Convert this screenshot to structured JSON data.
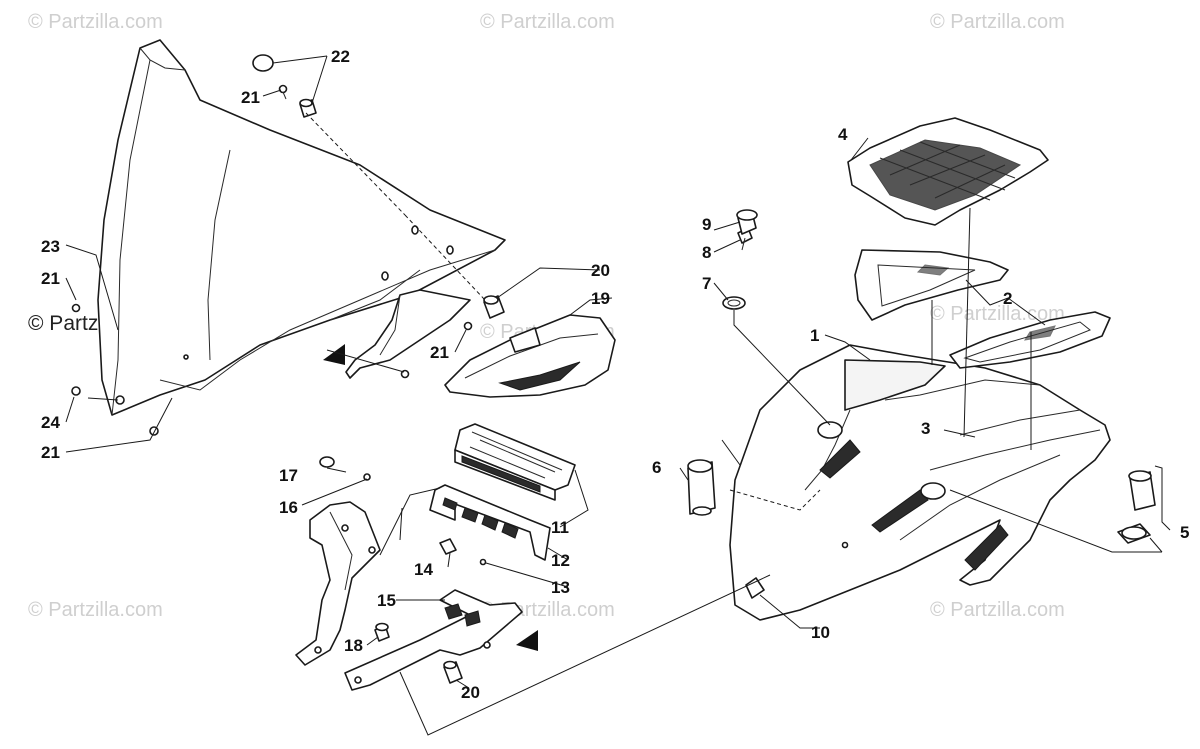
{
  "watermark": {
    "text": "© Partzilla.com",
    "prominent_text": "© Partzilla.com"
  },
  "callouts": {
    "c1": "1",
    "c2": "2",
    "c3": "3",
    "c4": "4",
    "c5": "5",
    "c6": "6",
    "c7": "7",
    "c8": "8",
    "c9": "9",
    "c10": "10",
    "c11": "11",
    "c12": "12",
    "c13": "13",
    "c14": "14",
    "c15": "15",
    "c16": "16",
    "c17": "17",
    "c18": "18",
    "c19": "19",
    "c20a": "20",
    "c20b": "20",
    "c21a": "21",
    "c21b": "21",
    "c21c": "21",
    "c21d": "21",
    "c22": "22",
    "c23": "23",
    "c24": "24"
  },
  "colors": {
    "line": "#1a1a1a",
    "watermark": "#cfcfcf",
    "background": "#ffffff"
  }
}
